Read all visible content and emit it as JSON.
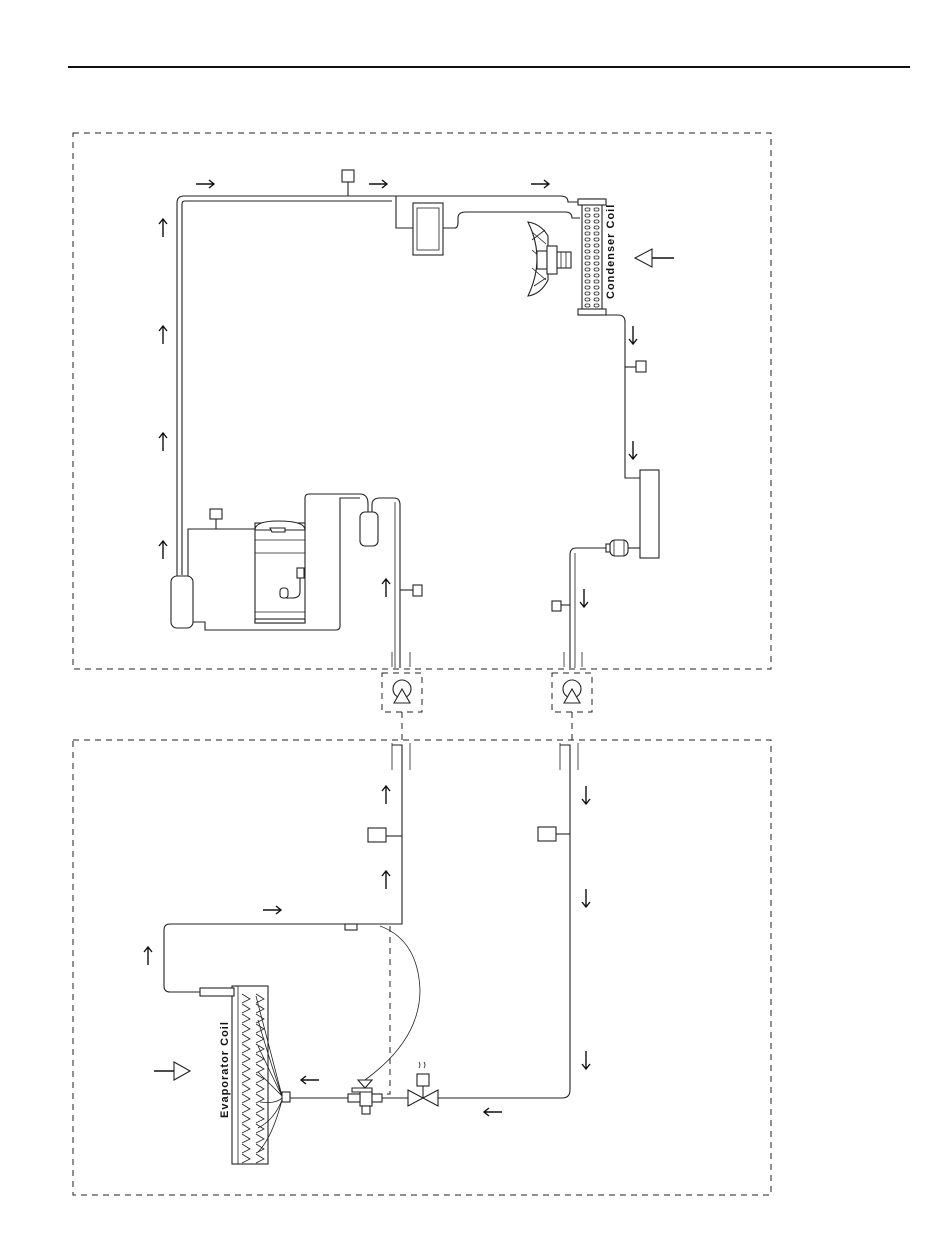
{
  "labels": {
    "condenser_coil": "Condenser Coil",
    "evaporator_coil": "Evaporator Coil"
  },
  "colors": {
    "line": "#222222",
    "background": "#ffffff"
  },
  "icons": {
    "outdoor_section": "outdoor-unit-boundary",
    "indoor_section": "indoor-unit-boundary",
    "compressor": "compressor-icon",
    "fan": "condenser-fan-icon",
    "valve": "expansion-valve-icon",
    "solenoid": "solenoid-valve-icon"
  }
}
